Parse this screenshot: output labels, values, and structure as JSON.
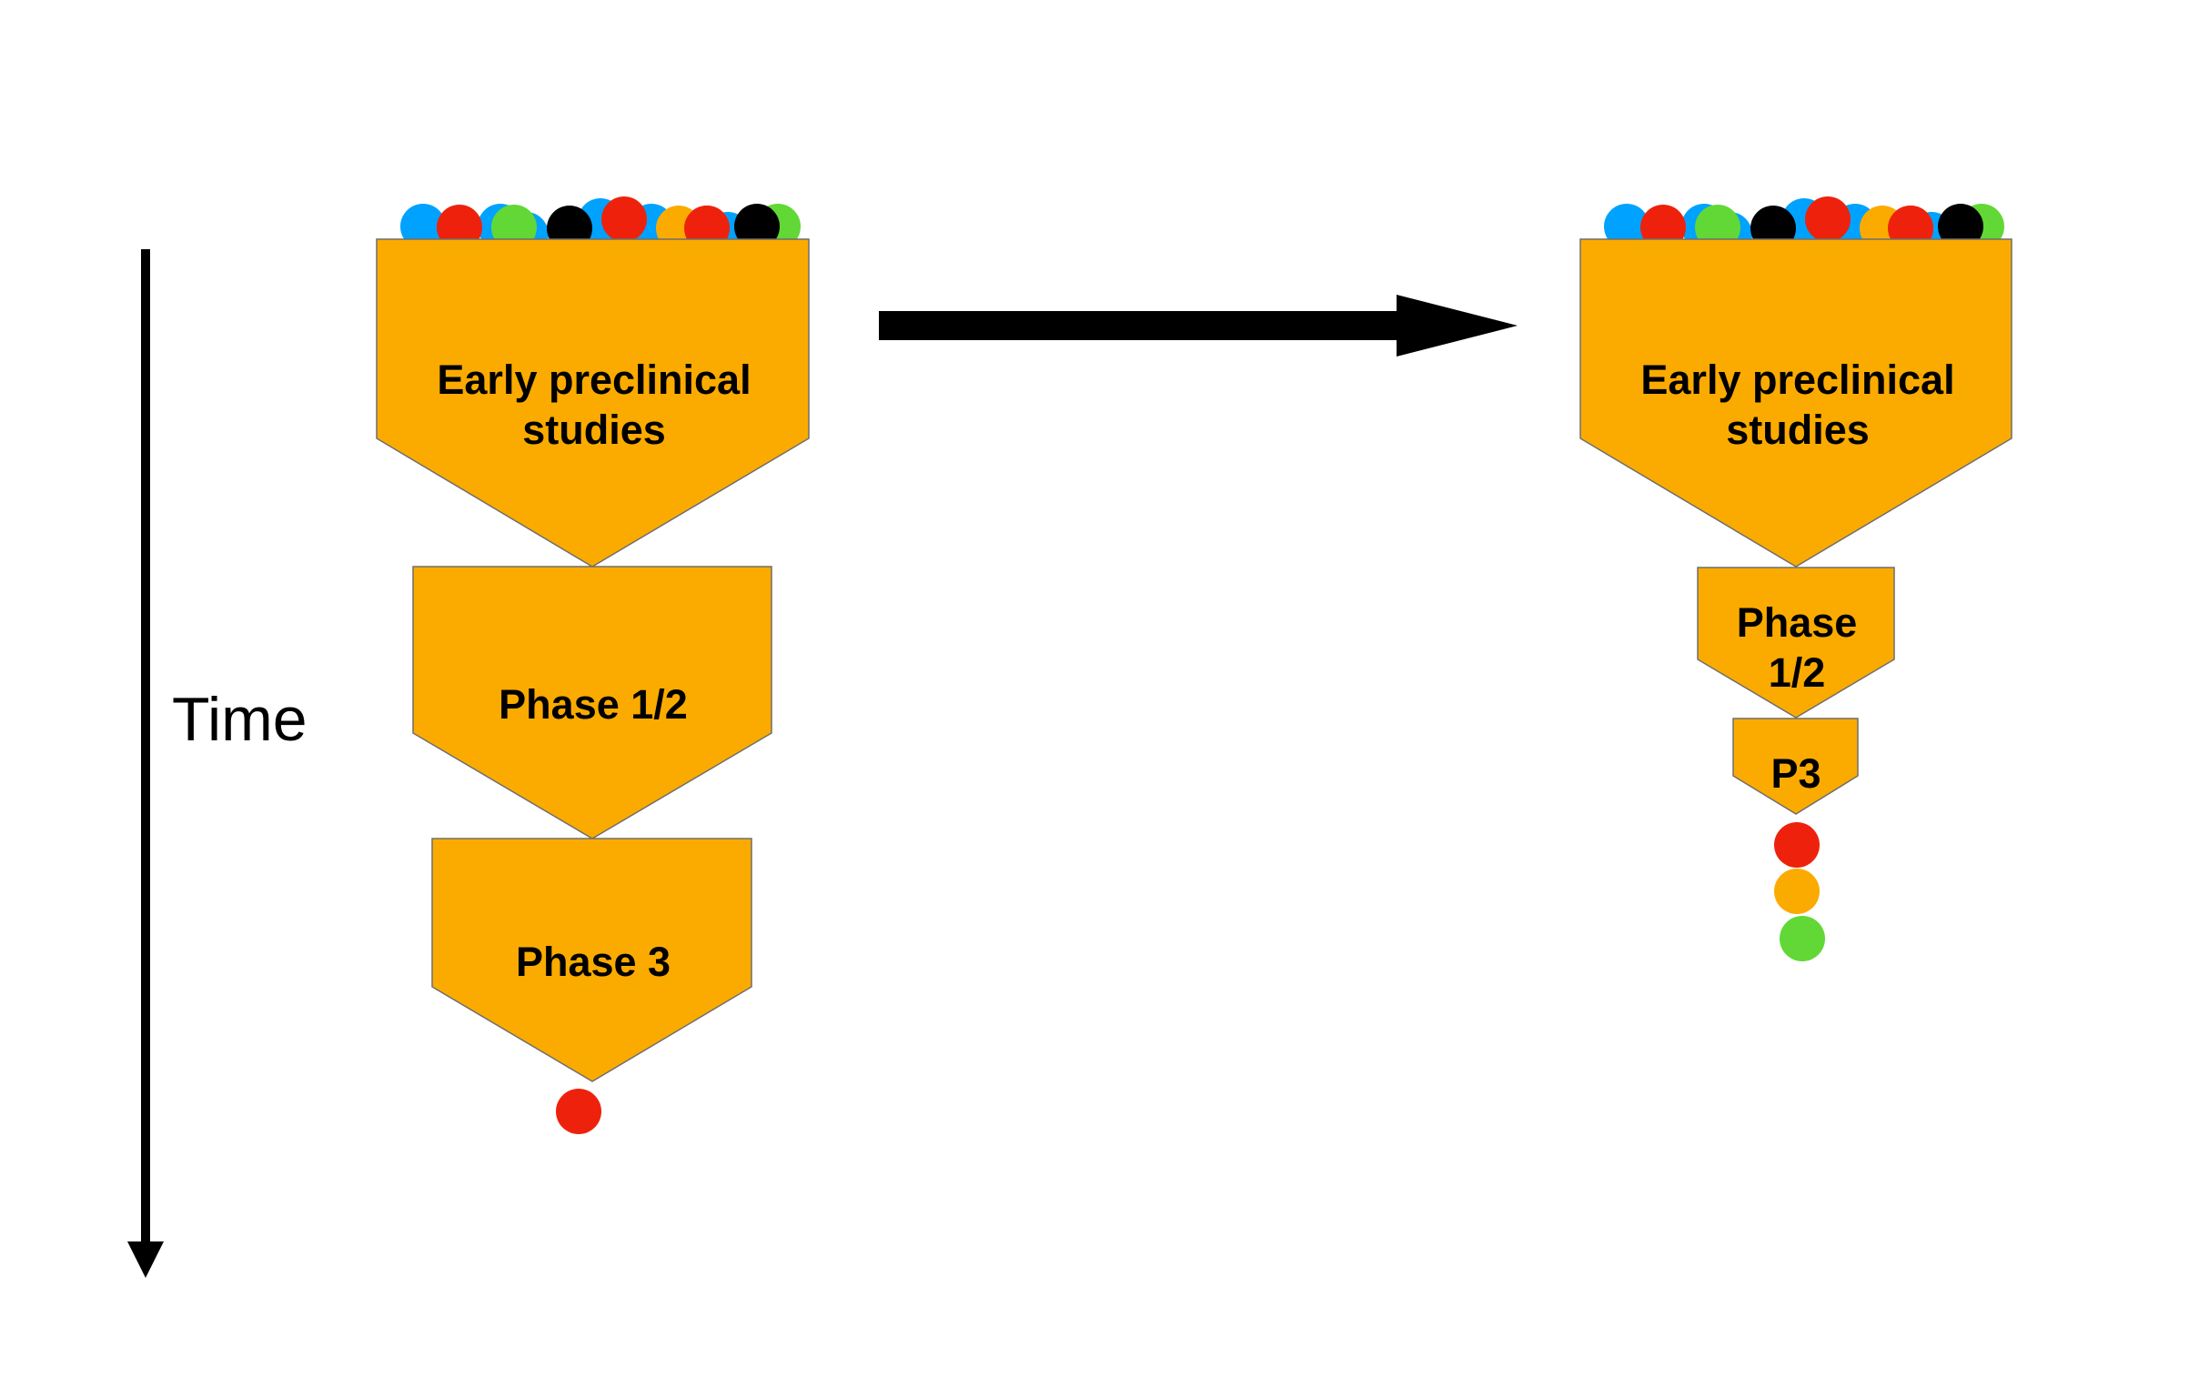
{
  "colors": {
    "stage_fill": "#FBAB00",
    "blue": "#00A2FF",
    "red": "#EE220C",
    "green": "#61D836",
    "black": "#000000",
    "orange": "#FBAB00"
  },
  "time_axis": {
    "label": "Time"
  },
  "transition_arrow": {
    "direction": "right",
    "label": ""
  },
  "funnels": [
    {
      "id": "before",
      "input_candidates": [
        "blue",
        "blue",
        "blue",
        "blue",
        "blue",
        "green",
        "blue",
        "red",
        "green",
        "red",
        "black",
        "red",
        "orange",
        "red",
        "black"
      ],
      "stages": [
        {
          "lines": [
            "Early preclinical",
            "studies"
          ]
        },
        {
          "lines": [
            "Phase 1/2"
          ]
        },
        {
          "lines": [
            "Phase 3"
          ]
        }
      ],
      "outputs": [
        "red"
      ]
    },
    {
      "id": "after",
      "input_candidates": [
        "blue",
        "blue",
        "blue",
        "blue",
        "blue",
        "green",
        "blue",
        "red",
        "green",
        "red",
        "black",
        "red",
        "orange",
        "red",
        "black"
      ],
      "stages": [
        {
          "lines": [
            "Early preclinical",
            "studies"
          ]
        },
        {
          "lines": [
            "Phase",
            "1/2"
          ]
        },
        {
          "lines": [
            "P3"
          ]
        }
      ],
      "outputs": [
        "red",
        "orange",
        "green"
      ]
    }
  ]
}
